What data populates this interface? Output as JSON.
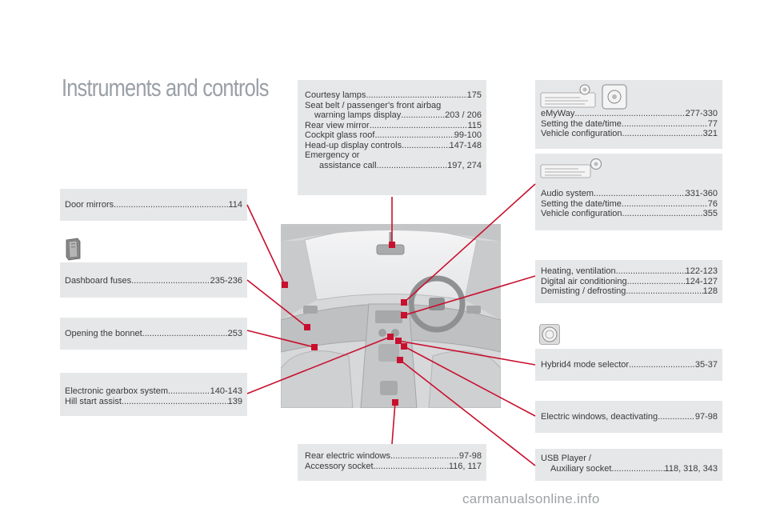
{
  "page": {
    "title": "Instruments and controls",
    "accent": "#c8102e"
  },
  "boxes": {
    "courtesy": {
      "rows": [
        {
          "label": "Courtesy lamps",
          "page": "175"
        },
        {
          "label": "Seat belt / passenger's front airbag"
        },
        {
          "label": "warning lamps display",
          "page": "203 / 206",
          "indent": 1
        },
        {
          "label": "Rear view mirror ",
          "page": "115"
        },
        {
          "label": "Cockpit glass roof ",
          "page": "99-100"
        },
        {
          "label": "Head-up display controls ",
          "page": "147-148"
        },
        {
          "label": "Emergency or"
        },
        {
          "label": "assistance call ",
          "page": "197, 274",
          "indent": 2
        }
      ]
    },
    "emyway": {
      "rows": [
        {
          "label": "eMyWay",
          "page": "277-330"
        },
        {
          "label": "Setting the date/time",
          "page": "77"
        },
        {
          "label": "Vehicle configuration ",
          "page": "321"
        }
      ]
    },
    "audio": {
      "rows": [
        {
          "label": "Audio system ",
          "page": "331-360"
        },
        {
          "label": "Setting the date/time",
          "page": "76"
        },
        {
          "label": "Vehicle configuration ",
          "page": "355"
        }
      ]
    },
    "heating": {
      "rows": [
        {
          "label": "Heating, ventilation ",
          "page": "122-123"
        },
        {
          "label": "Digital air conditioning ",
          "page": "124-127"
        },
        {
          "label": "Demisting / defrosting",
          "page": "128"
        }
      ]
    },
    "hybrid": {
      "rows": [
        {
          "label": "Hybrid4 mode selector",
          "page": "35-37"
        }
      ]
    },
    "windows": {
      "rows": [
        {
          "label": "Electric windows, deactivating",
          "page": "97-98"
        }
      ]
    },
    "usb": {
      "rows": [
        {
          "label": "USB Player /"
        },
        {
          "label": "Auxiliary socket ",
          "page": "118, 318, 343",
          "indent": 1
        }
      ]
    },
    "rear": {
      "rows": [
        {
          "label": "Rear electric windows",
          "page": "97-98"
        },
        {
          "label": "Accessory socket",
          "page": "116, 117"
        }
      ]
    },
    "mirrors": {
      "rows": [
        {
          "label": "Door mirrors",
          "page": "114"
        }
      ]
    },
    "fuses": {
      "rows": [
        {
          "label": "Dashboard fuses ",
          "page": "235-236"
        }
      ]
    },
    "bonnet": {
      "rows": [
        {
          "label": "Opening the bonnet ",
          "page": "253"
        }
      ]
    },
    "gearbox": {
      "rows": [
        {
          "label": "Electronic gearbox system ",
          "page": "140-143"
        },
        {
          "label": "Hill start assist ",
          "page": "139"
        }
      ]
    }
  },
  "icons": {
    "emyway": "emyway-panel-icon",
    "audio": "audio-panel-icon",
    "hybrid": "hybrid-selector-icon",
    "fuses": "fuse-box-icon"
  },
  "footer": {
    "watermark": "carmanualsonline.info"
  }
}
